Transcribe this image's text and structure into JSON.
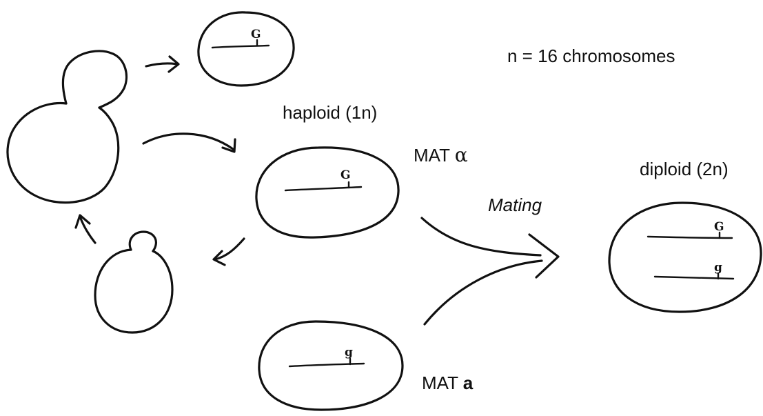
{
  "labels": {
    "chromosome_count": "n = 16 chromosomes",
    "haploid": "haploid (1n)",
    "diploid": "diploid (2n)",
    "mating": "Mating",
    "mat_prefix_alpha": "MAT",
    "mat_alpha_symbol": "α",
    "mat_prefix_a": "MAT",
    "mat_a_symbol": "a"
  },
  "alleles": {
    "top_cell": "G",
    "alpha_cell": "G",
    "a_cell": "g",
    "diploid_upper": "G",
    "diploid_lower": "g"
  }
}
